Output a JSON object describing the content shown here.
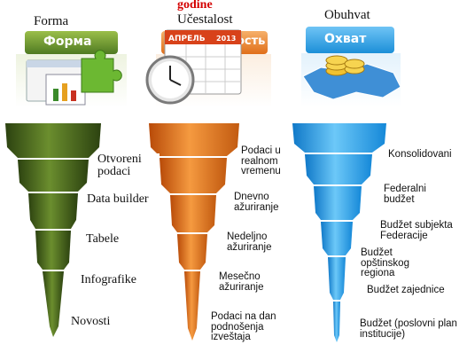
{
  "header": {
    "form": "Forma",
    "frequency_top": "godine",
    "frequency": "Učestalost",
    "coverage": "Obuhvat"
  },
  "banners": {
    "form_title": "Форма",
    "frequency_title": "ность",
    "calendar_month": "АПРЕЛЬ",
    "calendar_year": "2013",
    "coverage_title": "Охват"
  },
  "form_levels": [
    "Otvoreni podaci",
    "Data builder",
    "Tabele",
    "Infografike",
    "Novosti"
  ],
  "frequency_levels": [
    "Podaci u realnom vremenu",
    "Dnevno ažuriranje",
    "Nedeljno ažuriranje",
    "Mesečno ažuriranje",
    "Podaci na dan podnošenja izveštaja"
  ],
  "coverage_levels": [
    "Konsolidovani",
    "Federalni budžet",
    "Budžet subjekta Federacije",
    "Budžet opštinskog regiona",
    "Budžet zajednice",
    "Budžet (poslovni plan institucije)"
  ],
  "colors": {
    "form_green": "#4a6b1c",
    "frequency_orange": "#e8751a",
    "coverage_blue": "#2aa0e8"
  },
  "icons": [
    "window-chart-icon",
    "puzzle-icon",
    "calendar-icon",
    "clock-icon",
    "coins-icon",
    "map-icon"
  ]
}
